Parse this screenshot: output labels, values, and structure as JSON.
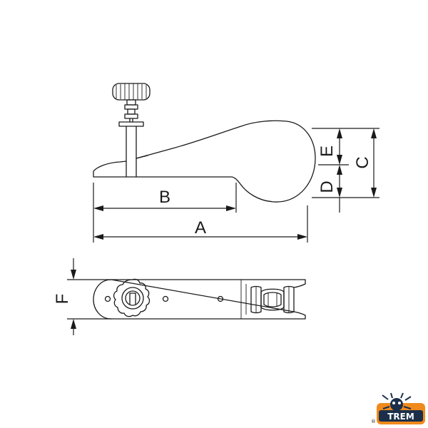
{
  "dimensions": {
    "A": "A",
    "B": "B",
    "C": "C",
    "D": "D",
    "E": "E",
    "F": "F"
  },
  "logo": {
    "text": "TREM",
    "mark": "®",
    "colors": {
      "orange": "#f08a1c",
      "dark": "#1c2f4a"
    }
  }
}
